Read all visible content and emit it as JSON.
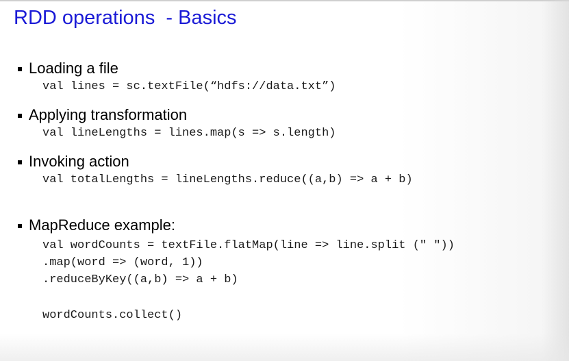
{
  "slide": {
    "title": "RDD operations  - Basics",
    "sections": [
      {
        "heading": "Loading a file",
        "code": [
          "val lines = sc.textFile(“hdfs://data.txt”)"
        ]
      },
      {
        "heading": "Applying transformation",
        "code": [
          "val lineLengths = lines.map(s => s.length)"
        ]
      },
      {
        "heading": "Invoking action",
        "code": [
          "val totalLengths = lineLengths.reduce((a,b) => a + b)"
        ]
      },
      {
        "heading": "MapReduce example:",
        "code": [
          "val wordCounts = textFile.flatMap(line => line.split (\" \"))",
          ".map(word => (word, 1))",
          ".reduceByKey((a,b) => a + b)",
          "wordCounts.collect()"
        ]
      }
    ]
  }
}
